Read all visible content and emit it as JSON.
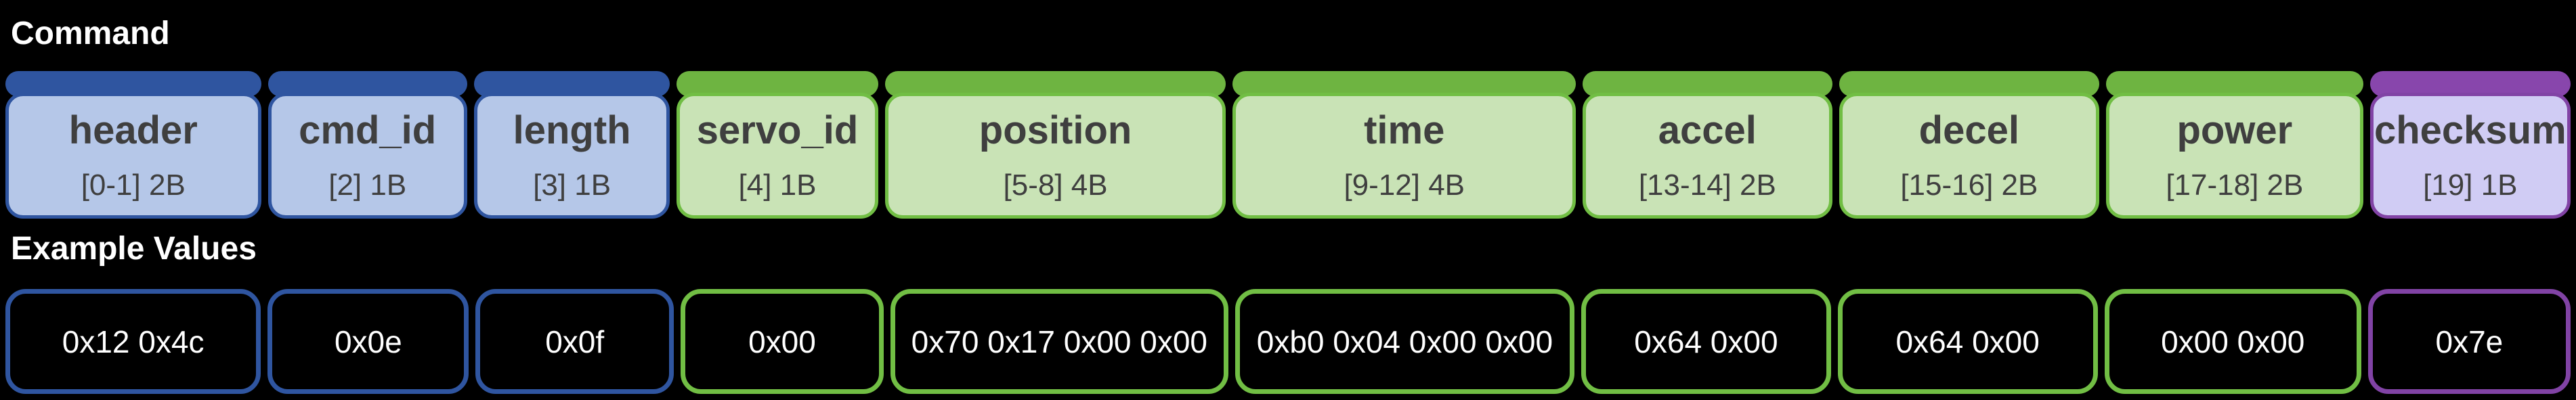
{
  "title": "Command",
  "examples_title": "Example Values",
  "colors": {
    "background": "#000000",
    "title_text": "#FFFFFF",
    "field_text": "#3F3F3F",
    "value_text": "#FFFFFF",
    "schemes": {
      "blue": {
        "tab": "#2F55A0",
        "border": "#2F55A0",
        "fill": "#B5C7E8"
      },
      "green": {
        "tab": "#6EB441",
        "border": "#71BE44",
        "fill": "#C9E3B6"
      },
      "purple": {
        "tab": "#8846AC",
        "border": "#8143A5",
        "fill": "#D0CCF4"
      }
    }
  },
  "fields": [
    {
      "name": "header",
      "bytes": "[0-1] 2B",
      "value": "0x12 0x4c",
      "scheme": "blue",
      "flex": 377
    },
    {
      "name": "cmd_id",
      "bytes": "[2] 1B",
      "value": "0x0e",
      "scheme": "blue",
      "flex": 294
    },
    {
      "name": "length",
      "bytes": "[3] 1B",
      "value": "0x0f",
      "scheme": "blue",
      "flex": 289
    },
    {
      "name": "servo_id",
      "bytes": "[4] 1B",
      "value": "0x00",
      "scheme": "green",
      "flex": 297
    },
    {
      "name": "position",
      "bytes": "[5-8] 4B",
      "value": "0x70 0x17 0x00 0x00",
      "scheme": "green",
      "flex": 503
    },
    {
      "name": "time",
      "bytes": "[9-12] 4B",
      "value": "0xb0 0x04 0x00 0x00",
      "scheme": "green",
      "flex": 506
    },
    {
      "name": "accel",
      "bytes": "[13-14] 2B",
      "value": "0x64 0x00",
      "scheme": "green",
      "flex": 368
    },
    {
      "name": "decel",
      "bytes": "[15-16] 2B",
      "value": "0x64 0x00",
      "scheme": "green",
      "flex": 384
    },
    {
      "name": "power",
      "bytes": "[17-18] 2B",
      "value": "0x00 0x00",
      "scheme": "green",
      "flex": 379
    },
    {
      "name": "checksum",
      "bytes": "[19] 1B",
      "value": "0x7e",
      "scheme": "purple",
      "flex": 296
    }
  ]
}
